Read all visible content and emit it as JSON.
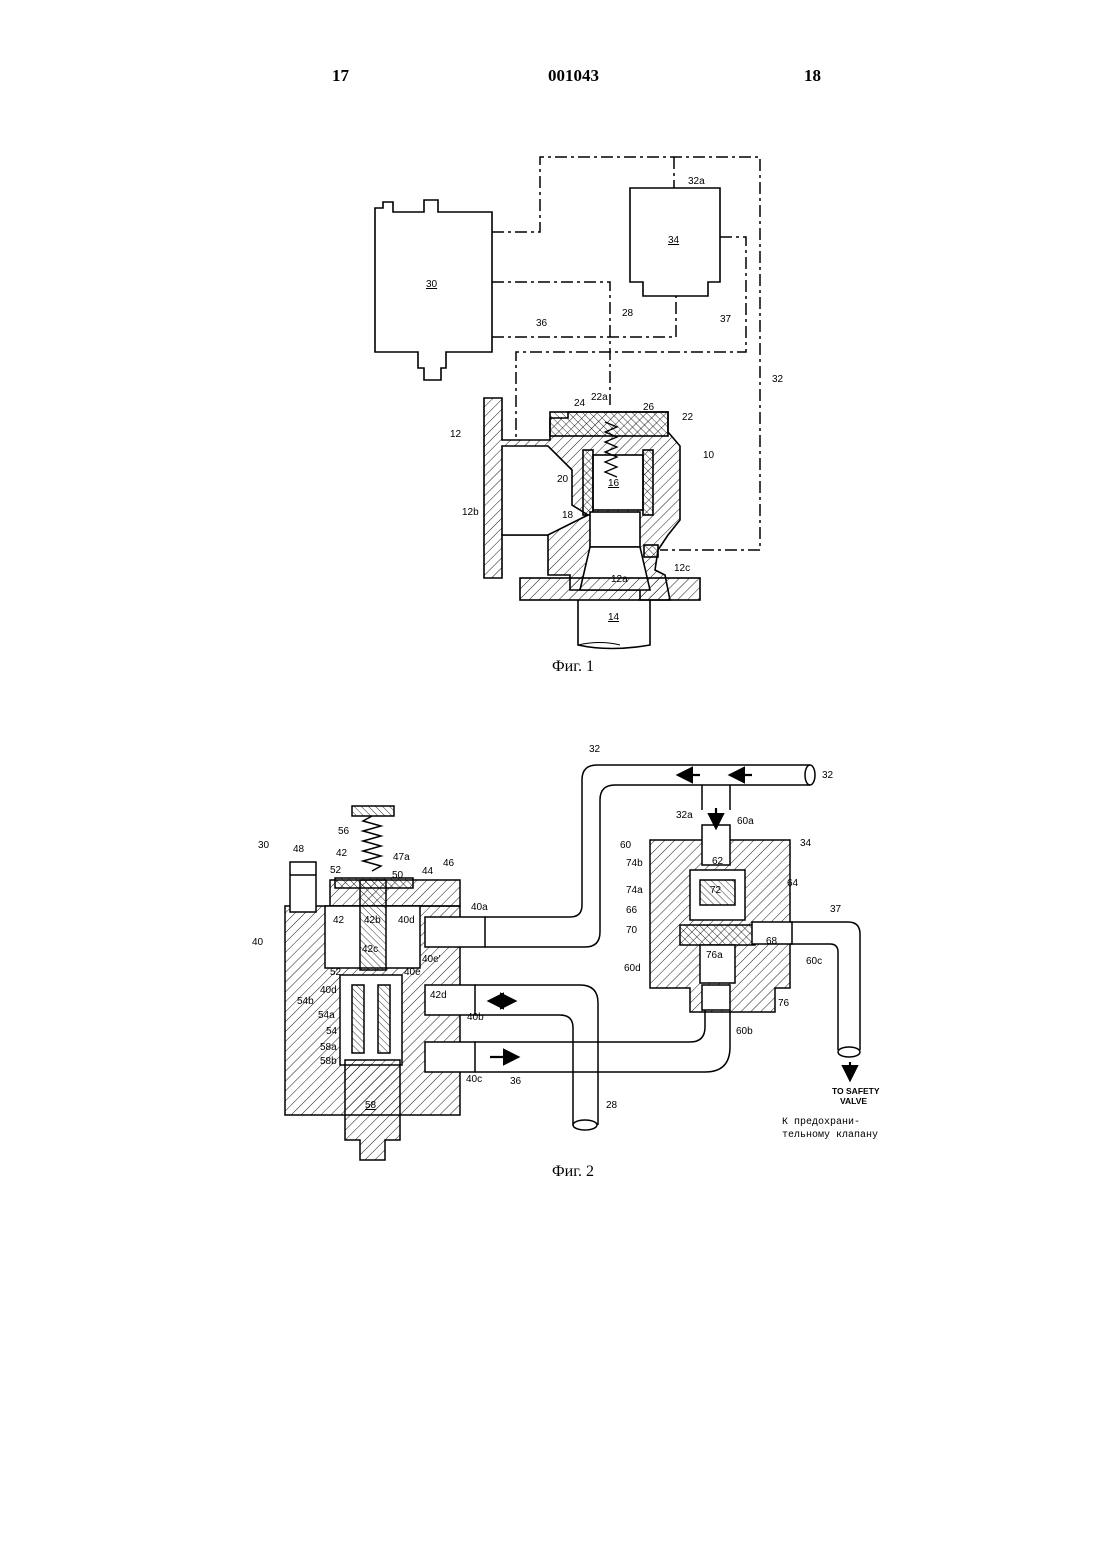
{
  "header": {
    "page_left": "17",
    "doc_number": "001043",
    "page_right": "18"
  },
  "fig1": {
    "caption": "Фиг. 1",
    "labels": {
      "l30": "30",
      "l34": "34",
      "l32a": "32a",
      "l36": "36",
      "l28": "28",
      "l37": "37",
      "l32": "32",
      "l22a": "22a",
      "l24": "24",
      "l26": "26",
      "l22": "22",
      "l12": "12",
      "l10": "10",
      "l20": "20",
      "l16": "16",
      "l12b": "12b",
      "l18": "18",
      "l12c": "12c",
      "l12a": "12a",
      "l14": "14"
    }
  },
  "fig2": {
    "caption": "Фиг. 2",
    "labels": {
      "l32top": "32",
      "l32right": "32",
      "l32a": "32a",
      "l60a": "60a",
      "l60": "60",
      "l34": "34",
      "l74b": "74b",
      "l62": "62",
      "l74a": "74a",
      "l72": "72",
      "l64": "64",
      "l66": "66",
      "l70": "70",
      "l68": "68",
      "l37": "37",
      "l60d": "60d",
      "l76a": "76a",
      "l60c": "60c",
      "l76": "76",
      "l60b": "60b",
      "l30": "30",
      "l48": "48",
      "l56": "56",
      "l42": "42",
      "l47a": "47a",
      "l52": "52",
      "l50": "50",
      "l44": "44",
      "l46": "46",
      "l42m": "42",
      "l42b": "42b",
      "l40d": "40d",
      "l40a": "40a",
      "l40": "40",
      "l42c": "42c",
      "l52b": "52",
      "l40e": "40e",
      "l40ep": "40e'",
      "l40d2": "40d",
      "l54b": "54b",
      "l54a": "54a",
      "l42d": "42d",
      "l40b": "40b",
      "l54": "54",
      "l58a": "58a",
      "l58b": "58b",
      "l40c": "40c",
      "l36": "36",
      "l58": "58",
      "l28": "28"
    },
    "safety_en_1": "TO SAFETY",
    "safety_en_2": "VALVE",
    "safety_ru_1": "К предохрани-",
    "safety_ru_2": "тельному клапану"
  }
}
